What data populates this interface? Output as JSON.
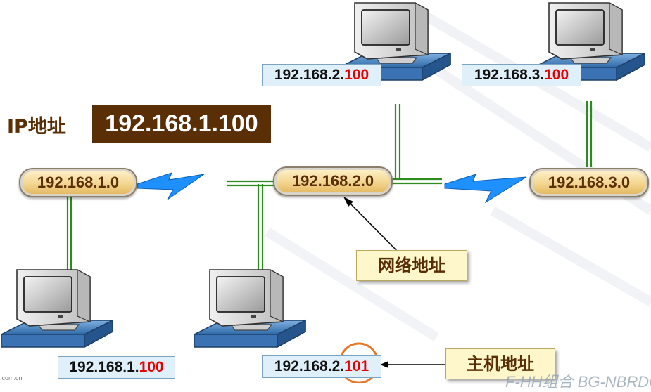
{
  "ip_address_label": "IP地址",
  "ip_address_value": "192.168.1.100",
  "networks": [
    {
      "label": "192.168.1.0"
    },
    {
      "label": "192.168.2.0"
    },
    {
      "label": "192.168.3.0"
    }
  ],
  "hosts": [
    {
      "prefix": "192.168.2.",
      "host": "100"
    },
    {
      "prefix": "192.168.3.",
      "host": "100"
    },
    {
      "prefix": "192.168.1.",
      "host": "100"
    },
    {
      "prefix": "192.168.2.",
      "host": "101"
    }
  ],
  "callouts": {
    "network_address": "网络地址",
    "host_address": "主机地址"
  },
  "watermarks": {
    "left": ".com.cn",
    "right": "F-HH组合 BG-NBRDC"
  },
  "colors": {
    "cable_green": "#2e8b1f",
    "wan_blue": "#1e90ff",
    "host_red": "#e60000",
    "highlight_circle": "#e8782a",
    "label_brown": "#5a2f05"
  }
}
